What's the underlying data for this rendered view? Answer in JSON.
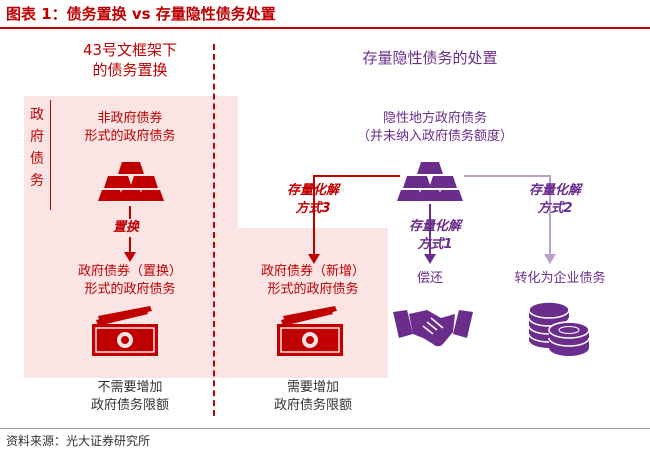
{
  "title": "图表 1：债务置换 vs 存量隐性债务处置",
  "left_panel": {
    "header_line1": "43号文框架下",
    "header_line2": "的债务置换",
    "side_label": [
      "政",
      "府",
      "债",
      "务"
    ],
    "top_box_line1": "非政府债券",
    "top_box_line2": "形式的政府债务",
    "swap_label": "置换",
    "bottom_box_line1": "政府债券（置换）",
    "bottom_box_line2": "形式的政府债务",
    "note_line1": "不需要增加",
    "note_line2": "政府债务限额"
  },
  "right_panel": {
    "header": "存量隐性债务的处置",
    "hidden_debt_line1": "隐性地方政府债务",
    "hidden_debt_line2": "（并未纳入政府债务额度）",
    "method3_line1": "存量化解",
    "method3_line2": "方式3",
    "method1_line1": "存量化解",
    "method1_line2": "方式1",
    "method2_line1": "存量化解",
    "method2_line2": "方式2",
    "new_bond_line1": "政府债券（新增）",
    "new_bond_line2": "形式的政府债务",
    "repay_label": "偿还",
    "convert_label": "转化为企业债务",
    "note_line1": "需要增加",
    "note_line2": "政府债务限额"
  },
  "footer": "资料来源：光大证券研究所",
  "colors": {
    "accent_red": "#c00000",
    "panel_pink": "#fbe4e4",
    "purple": "#6b2d8c",
    "light_purple": "#b9a1cc"
  },
  "icons": {
    "gold_bars_red": "gold-bars-icon",
    "gold_bars_purple": "gold-bars-icon",
    "cash": "cash-icon",
    "handshake": "handshake-icon",
    "coins": "coins-icon"
  }
}
